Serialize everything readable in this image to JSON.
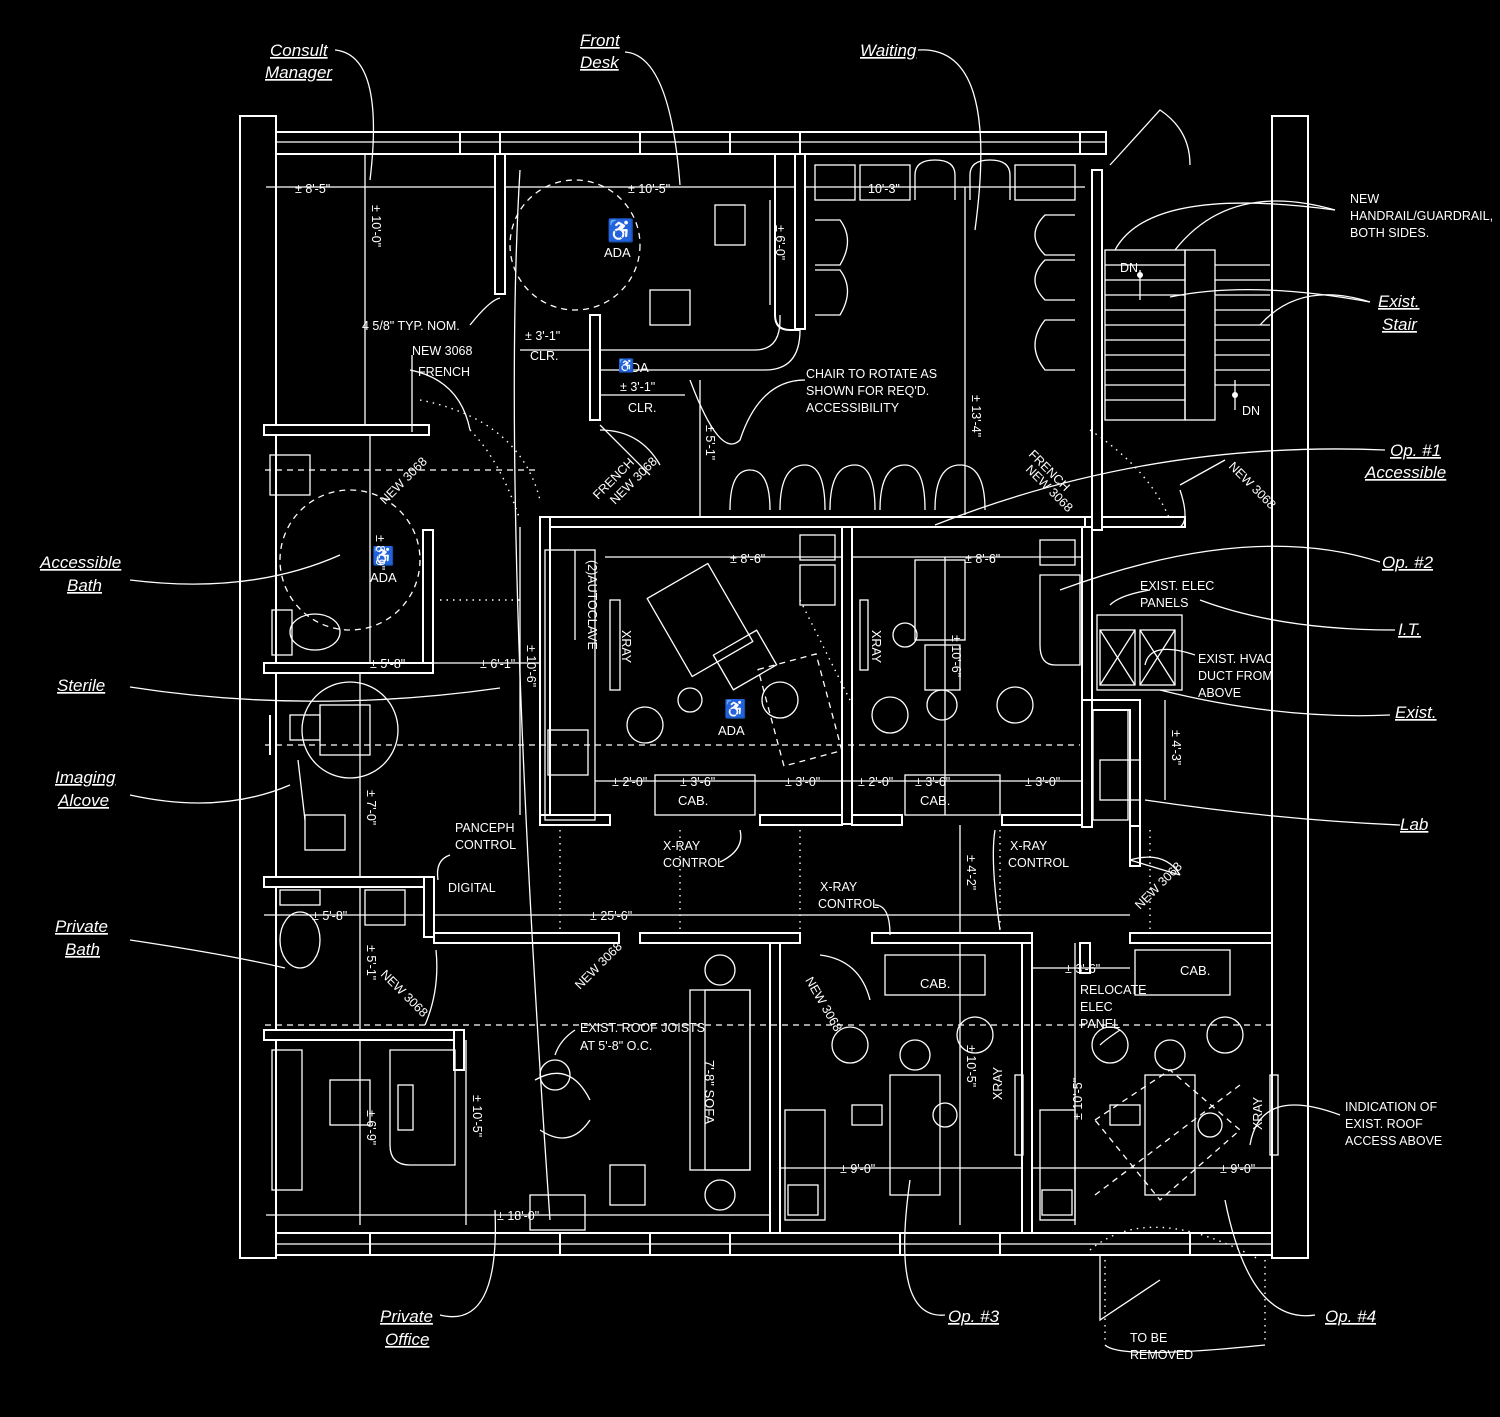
{
  "colors": {
    "background": "#000000",
    "linework": "#ffffff"
  },
  "room_labels": {
    "consult_manager": [
      "Consult",
      "Manager"
    ],
    "front_desk": [
      "Front",
      "Desk"
    ],
    "waiting": "Waiting",
    "exist_stair": [
      "Exist.",
      "Stair"
    ],
    "op1": [
      "Op. #1",
      "Accessible"
    ],
    "op2": "Op. #2",
    "it": "I.T.",
    "exist": "Exist.",
    "lab": "Lab",
    "accessible_bath": [
      "Accessible",
      "Bath"
    ],
    "sterile": "Sterile",
    "imaging_alcove": [
      "Imaging",
      "Alcove"
    ],
    "private_bath": [
      "Private",
      "Bath"
    ],
    "private_office": [
      "Private",
      "Office"
    ],
    "op3": "Op. #3",
    "op4": "Op. #4"
  },
  "notes": {
    "handrail": [
      "NEW",
      "HANDRAIL/GUARDRAIL,",
      "BOTH SIDES."
    ],
    "chair_rotate": [
      "CHAIR TO ROTATE AS",
      "SHOWN FOR REQ'D.",
      "ACCESSIBILITY"
    ],
    "elec_panels": [
      "EXIST. ELEC",
      "PANELS"
    ],
    "hvac": [
      "EXIST. HVAC",
      "DUCT FROM",
      "ABOVE"
    ],
    "typ_nom": "4 5/8\" TYP. NOM.",
    "new3068_french_a": [
      "NEW 3068",
      "FRENCH"
    ],
    "panceph": [
      "PANCEPH",
      "CONTROL"
    ],
    "digital": "DIGITAL",
    "xray_control": [
      "X-RAY",
      "CONTROL"
    ],
    "roof_joists": [
      "EXIST. ROOF JOISTS",
      "AT 5'-8\" O.C."
    ],
    "relocate_elec": [
      "RELOCATE",
      "ELEC",
      "PANEL"
    ],
    "roof_access": [
      "INDICATION OF",
      "EXIST. ROOF",
      "ACCESS ABOVE"
    ],
    "to_be_removed": [
      "TO BE",
      "REMOVED"
    ],
    "new3068": "NEW 3068",
    "french": "FRENCH",
    "ada": "ADA",
    "dn": "DN",
    "autoclave": "(2)AUTOCLAVE",
    "xray": "XRAY",
    "cab": "CAB.",
    "sofa": "7'-8\" SOFA",
    "clr": "CLR."
  },
  "dimensions": {
    "consult_w": "± 8'-5\"",
    "consult_h": "± 10'-0\"",
    "desk_w": "± 10'-5\"",
    "desk_h": "± 6'-0\"",
    "waiting_w": "10'-3\"",
    "waiting_h": "± 13'-4\"",
    "clr1": "± 3'-1\"",
    "clr2": "± 3'-1\"",
    "corr_h": "± 5'-1\"",
    "op1_w": "± 8'-6\"",
    "op2_w": "± 8'-6\"",
    "op2_h": "± 10'-6\"",
    "bath_h": "± 8'-9\"",
    "bath_w": "± 5'-8\"",
    "sterile_w": "± 6'-1\"",
    "sterile_h": "± 10'-6\"",
    "imaging_h": "± 7'-0\"",
    "cab_a": "± 2'-0\"",
    "cab_b": "± 3'-6\"",
    "cab_c": "± 3'-0\"",
    "cab_d": "± 2'-0\"",
    "cab_e": "± 3'-6\"",
    "cab_f": "± 3'-0\"",
    "lab_h": "± 4'-3\"",
    "corr_w": "± 25'-6\"",
    "priv_bath_w": "± 5'-8\"",
    "priv_bath_h": "± 5'-1\"",
    "office_h1": "± 6'-9\"",
    "office_h2": "± 10'-5\"",
    "office_w": "± 18'-0\"",
    "op3_h": "± 4'-2\"",
    "op3_h2": "± 10'-5\"",
    "op3_w": "± 9'-0\"",
    "op4_w": "± 9'-0\"",
    "op4_h": "± 10'-5\"",
    "relocate_w": "± 3'-6\""
  }
}
